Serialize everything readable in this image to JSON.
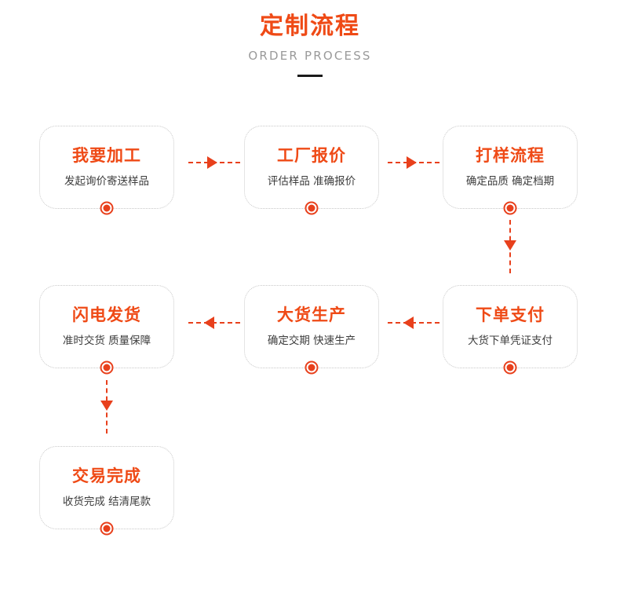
{
  "header": {
    "title": "定制流程",
    "subtitle": "ORDER PROCESS",
    "accent_color": "#EF4A16",
    "subtitle_color": "#9a9a9a",
    "rule_color": "#1b1b1b"
  },
  "theme": {
    "accent": "#EF4A16",
    "arrow": "#E8401C",
    "card_border": "#c8c8c8",
    "card_subtitle": "#3d3d3d",
    "background": "#ffffff"
  },
  "steps": [
    {
      "id": "step-1",
      "title": "我要加工",
      "subtitle": "发起询价寄送样品",
      "badge": "step-dot"
    },
    {
      "id": "step-2",
      "title": "工厂报价",
      "subtitle": "评估样品 准确报价",
      "badge": "step-dot"
    },
    {
      "id": "step-3",
      "title": "打样流程",
      "subtitle": "确定品质 确定档期",
      "badge": "step-dot"
    },
    {
      "id": "step-4",
      "title": "下单支付",
      "subtitle": "大货下单凭证支付",
      "badge": "step-dot"
    },
    {
      "id": "step-5",
      "title": "大货生产",
      "subtitle": "确定交期 快速生产",
      "badge": "step-dot"
    },
    {
      "id": "step-6",
      "title": "闪电发货",
      "subtitle": "准时交货 质量保障",
      "badge": "step-dot"
    },
    {
      "id": "step-7",
      "title": "交易完成",
      "subtitle": "收货完成 结清尾款",
      "badge": "step-dot"
    }
  ],
  "connectors": [
    {
      "id": "connector-1-2",
      "direction": "right",
      "icon": "arrow-right-icon"
    },
    {
      "id": "connector-2-3",
      "direction": "right",
      "icon": "arrow-right-icon"
    },
    {
      "id": "connector-3-4",
      "direction": "down",
      "icon": "arrow-down-icon"
    },
    {
      "id": "connector-4-5",
      "direction": "left",
      "icon": "arrow-left-icon"
    },
    {
      "id": "connector-5-6",
      "direction": "left",
      "icon": "arrow-left-icon"
    },
    {
      "id": "connector-6-7",
      "direction": "down",
      "icon": "arrow-down-icon"
    }
  ]
}
